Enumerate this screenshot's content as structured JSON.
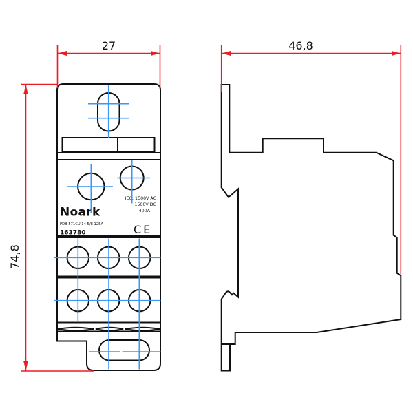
{
  "drawing": {
    "type": "technical-dimension-drawing",
    "views": {
      "front_view": "power distribution block, front",
      "side_view": "power distribution block, side profile"
    },
    "colors": {
      "background": "#ffffff",
      "outline": "#111111",
      "dimension_lines": "#ed1c24",
      "centerlines": "#3b96f6"
    },
    "dimensions": {
      "front_width": {
        "value": "27"
      },
      "front_height": {
        "value": "74,8"
      },
      "side_width": {
        "value": "46,8"
      }
    },
    "label": {
      "brand": "Noark",
      "rating_lines": [
        "IEC: 1500V AC",
        "1500V DC",
        "400A"
      ],
      "product_code": "PDB 571CU 14 5/8 125A",
      "catalog_number": "163780",
      "ce_mark": "CE"
    }
  }
}
